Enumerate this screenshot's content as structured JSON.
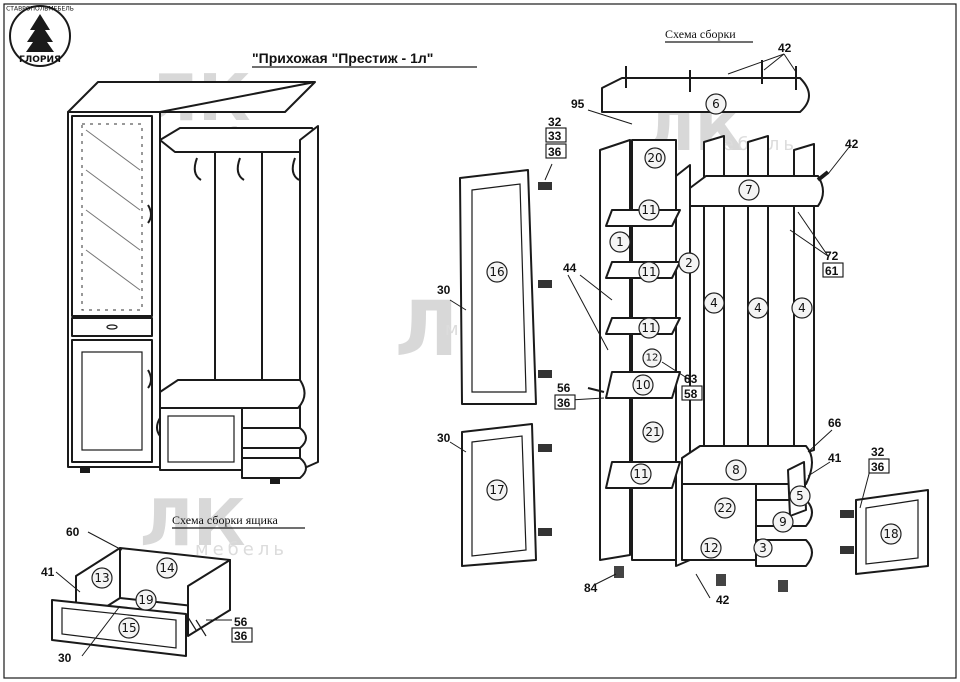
{
  "logo": {
    "brand": "ГЛОРИЯ",
    "city": "СТАВРОПОЛЬМЕБЕЛЬ"
  },
  "watermark": {
    "mark": "ЛК",
    "text": "мебель"
  },
  "title": "\"Прихожая \"Престиж - 1л\"",
  "assembly_title": "Схема сборки",
  "drawer_title": "Схема сборки ящика",
  "parts": {
    "p1": "1",
    "p2": "2",
    "p3": "3",
    "p4": "4",
    "p5": "5",
    "p6": "6",
    "p7": "7",
    "p8": "8",
    "p9": "9",
    "p10": "10",
    "p11": "11",
    "p12": "12",
    "p13": "13",
    "p14": "14",
    "p15": "15",
    "p16": "16",
    "p17": "17",
    "p18": "18",
    "p19": "19",
    "p20": "20",
    "p21": "21",
    "p22": "22"
  },
  "fittings": {
    "f42": "42",
    "f95": "95",
    "f32": "32",
    "f33": "33",
    "f36": "36",
    "f44": "44",
    "f30": "30",
    "f56": "56",
    "f63": "63",
    "f58": "58",
    "f66": "66",
    "f41": "41",
    "f72": "72",
    "f61": "61",
    "f84": "84",
    "f60": "60"
  }
}
